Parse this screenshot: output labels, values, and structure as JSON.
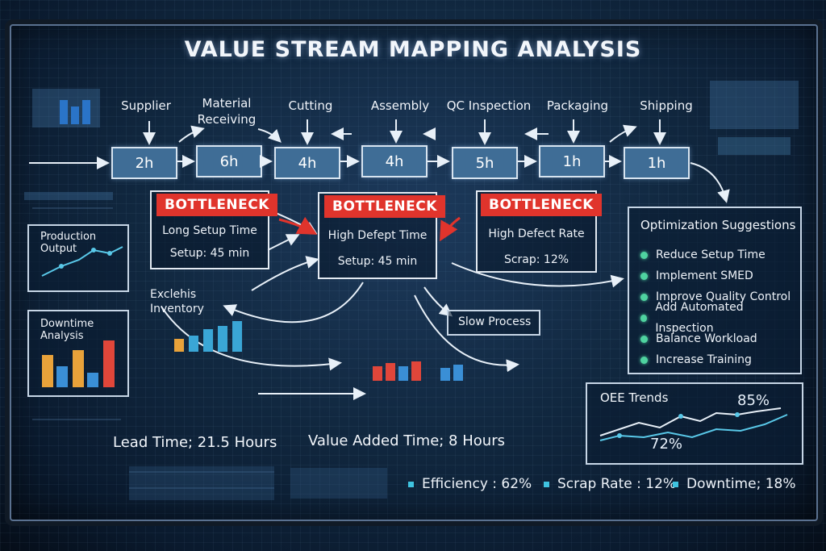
{
  "title": "VALUE STREAM MAPPING ANALYSIS",
  "steps": [
    {
      "label": "Supplier",
      "time": "2h"
    },
    {
      "label": "Material Receiving",
      "time": "6h"
    },
    {
      "label": "Cutting",
      "time": "4h"
    },
    {
      "label": "Assembly",
      "time": "4h"
    },
    {
      "label": "QC Inspection",
      "time": "5h"
    },
    {
      "label": "Packaging",
      "time": "1h"
    },
    {
      "label": "Shipping",
      "time": "1h"
    }
  ],
  "bottlenecks": [
    {
      "title": "BOTTLENECK",
      "line1": "Long Setup Time",
      "line2": "Setup: 45 min"
    },
    {
      "title": "BOTTLENECK",
      "line1": "High Defept Time",
      "line2": "Setup: 45 min"
    },
    {
      "title": "BOTTLENECK",
      "line1": "High Defect Rate",
      "line2": "Scrap: 12%"
    }
  ],
  "notes": {
    "inventory": "Exclehis Inventory",
    "slow_process": "Slow Process"
  },
  "optimization": {
    "title": "Optimization Suggestions",
    "items": [
      "Reduce Setup Time",
      "Implement SMED",
      "Improve Quality Control",
      "Add Automated Inspection",
      "Balance Workload",
      "Increase Training"
    ]
  },
  "panels": {
    "production_output": "Production Output",
    "downtime_analysis": "Downtime Analysis",
    "oee_trends": "OEE Trends",
    "oee_high": "85%",
    "oee_low": "72%"
  },
  "metrics": {
    "lead_time": "Lead Time; 21.5 Hours",
    "value_added": "Value Added Time; 8 Hours"
  },
  "kpis": {
    "efficiency": "Efficiency : 62%",
    "scrap": "Scrap Rate : 12%",
    "downtime": "Downtime; 18%"
  },
  "colors": {
    "box": "#3f6d96",
    "bottleneck": "#e0342c",
    "accent": "#4fd3a0",
    "bar_orange": "#e8a23a",
    "bar_red": "#e0463a",
    "bar_blue": "#3a8fd6"
  }
}
